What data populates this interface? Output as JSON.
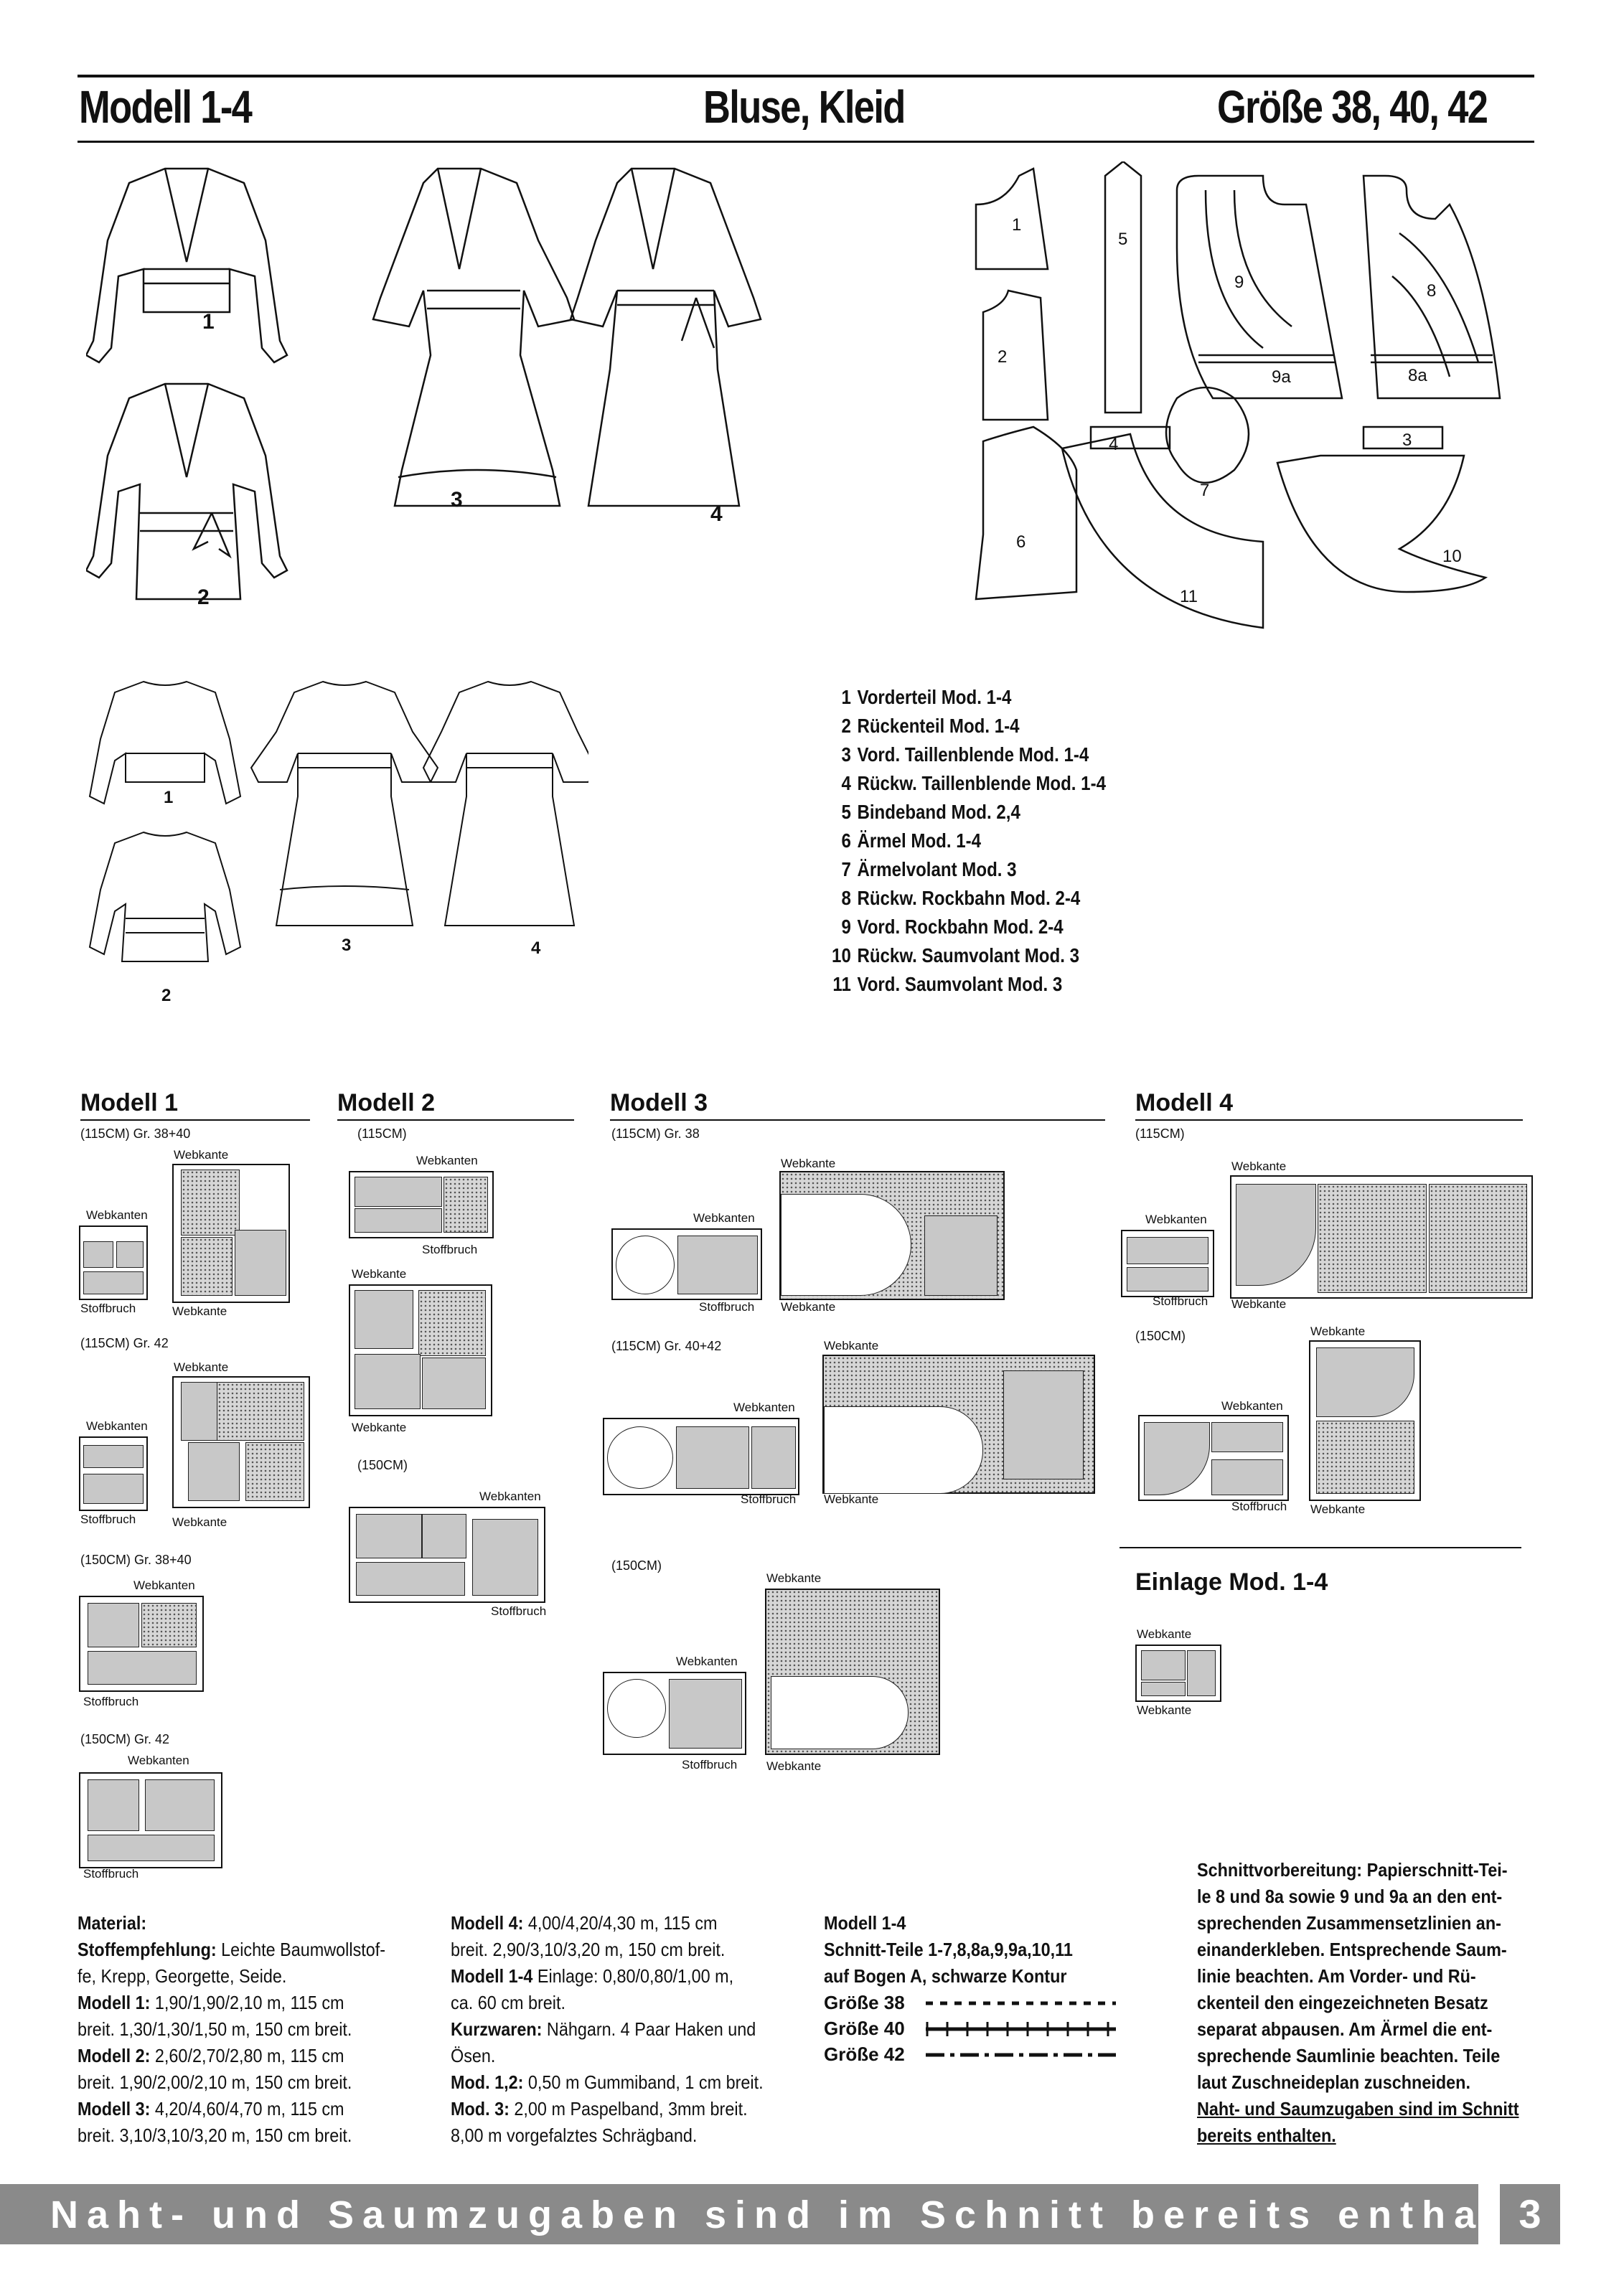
{
  "header": {
    "model": "Modell 1-4",
    "garment": "Bluse, Kleid",
    "sizes": "Größe  38, 40, 42"
  },
  "front_views": {
    "labels": [
      "1",
      "2",
      "3",
      "4"
    ]
  },
  "back_views": {
    "labels": [
      "1",
      "2",
      "3",
      "4"
    ]
  },
  "pattern_pieces": [
    "1",
    "2",
    "4",
    "5",
    "6",
    "7",
    "8",
    "8a",
    "9",
    "9a",
    "3",
    "10",
    "11"
  ],
  "legend": [
    {
      "n": "1",
      "t": "Vorderteil Mod. 1-4"
    },
    {
      "n": "2",
      "t": "Rückenteil Mod. 1-4"
    },
    {
      "n": "3",
      "t": "Vord. Taillenblende Mod. 1-4"
    },
    {
      "n": "4",
      "t": "Rückw. Taillenblende Mod. 1-4"
    },
    {
      "n": "5",
      "t": "Bindeband Mod. 2,4"
    },
    {
      "n": "6",
      "t": "Ärmel Mod. 1-4"
    },
    {
      "n": "7",
      "t": "Ärmelvolant Mod. 3"
    },
    {
      "n": "8",
      "t": "Rückw. Rockbahn Mod. 2-4"
    },
    {
      "n": "9",
      "t": "Vord. Rockbahn Mod. 2-4"
    },
    {
      "n": "10",
      "t": "Rückw. Saumvolant Mod. 3"
    },
    {
      "n": "11",
      "t": "Vord. Saumvolant Mod. 3"
    }
  ],
  "layouts": {
    "m1": {
      "title": "Modell 1",
      "a": "(115CM) Gr. 38+40",
      "b": "(115CM) Gr. 42",
      "c": "(150CM) Gr. 38+40",
      "d": "(150CM) Gr. 42"
    },
    "m2": {
      "title": "Modell 2",
      "a": "(115CM)",
      "b": "(150CM)"
    },
    "m3": {
      "title": "Modell 3",
      "a": "(115CM) Gr. 38",
      "b": "(115CM) Gr. 40+42",
      "c": "(150CM)"
    },
    "m4": {
      "title": "Modell 4",
      "a": "(115CM)",
      "b": "(150CM)"
    },
    "einlage": {
      "title": "Einlage Mod. 1-4"
    },
    "words": {
      "webkante": "Webkante",
      "webkanten": "Webkanten",
      "stoffbruch": "Stoffbruch"
    }
  },
  "material": {
    "col1": [
      {
        "b": "Material:",
        "t": ""
      },
      {
        "b": "Stoffempfehlung:",
        "t": " Leichte Baumwollstof-"
      },
      {
        "b": "",
        "t": "fe, Krepp, Georgette, Seide."
      },
      {
        "b": "Modell  1:",
        "t": "  1,90/1,90/2,10  m,  115  cm"
      },
      {
        "b": "",
        "t": "breit. 1,30/1,30/1,50 m, 150 cm breit."
      },
      {
        "b": "Modell  2:",
        "t": "  2,60/2,70/2,80  m,  115  cm"
      },
      {
        "b": "",
        "t": "breit. 1,90/2,00/2,10 m, 150 cm breit."
      },
      {
        "b": "Modell  3:",
        "t": "  4,20/4,60/4,70  m,   115  cm"
      },
      {
        "b": "",
        "t": "breit. 3,10/3,10/3,20 m, 150 cm breit."
      }
    ],
    "col2": [
      {
        "b": "Modell  4:",
        "t": "  4,00/4,20/4,30  m,  115  cm"
      },
      {
        "b": "",
        "t": "breit. 2,90/3,10/3,20 m, 150 cm breit."
      },
      {
        "b": "Modell  1-4",
        "t": " Einlage: 0,80/0,80/1,00 m,"
      },
      {
        "b": "",
        "t": "ca. 60 cm breit."
      },
      {
        "b": "Kurzwaren:",
        "t": " Nähgarn. 4 Paar Haken und"
      },
      {
        "b": "",
        "t": "Ösen."
      },
      {
        "b": "Mod. 1,2:",
        "t": " 0,50 m Gummiband, 1 cm breit."
      },
      {
        "b": "Mod.  3:",
        "t": "  2,00  m  Paspelband,  3mm  breit."
      },
      {
        "b": "",
        "t": "8,00 m vorgefalztes Schrägband."
      }
    ],
    "col3": [
      "Modell 1-4",
      "Schnitt-Teile 1-7,8,8a,9,9a,10,11",
      "auf Bogen A, schwarze Kontur"
    ],
    "sizes": [
      "Größe 38",
      "Größe 40",
      "Größe 42"
    ]
  },
  "preparation": {
    "text": "Schnittvorbereitung: Papierschnitt-Tei-le 8 und 8a sowie 9 und 9a an den ent-sprechenden Zusammensetzlinien an-einanderkleben. Entsprechende Saum-linie beachten. Am Vorder- und Rü-ckenteil den eingezeichneten Besatz separat abpausen. Am Ärmel die ent-sprechende Saumlinie beachten. Teile laut Zuschneideplan zuschneiden.",
    "note": "Naht- und Saumzugaben sind im Schnitt bereits enthalten."
  },
  "footer": {
    "text": "Naht- und Saumzugaben sind im Schnitt bereits enthalten.",
    "page": "3"
  }
}
